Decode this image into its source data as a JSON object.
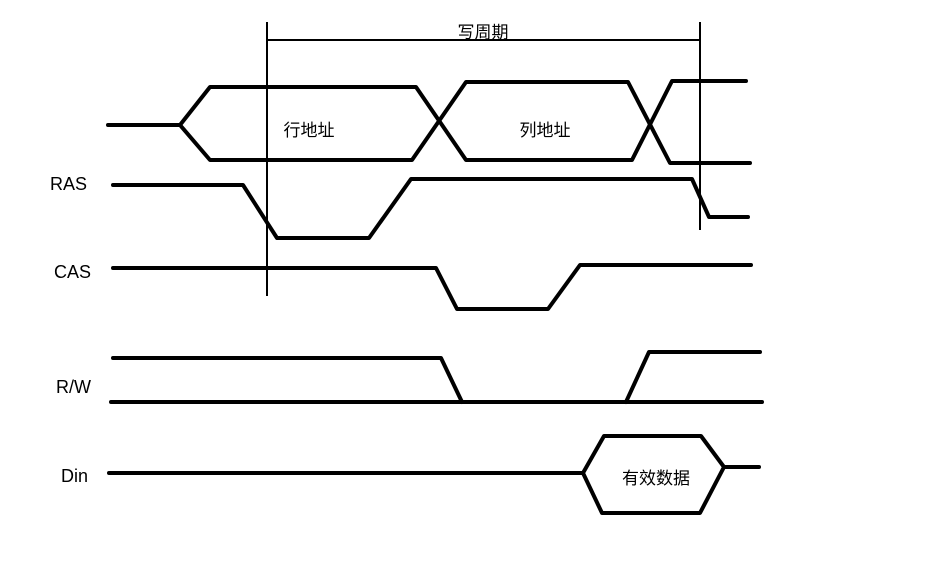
{
  "signals": {
    "ras": "RAS",
    "cas": "CAS",
    "rw": "R/W",
    "din": "Din"
  },
  "annotations": {
    "write_cycle": "写周期",
    "row_address": "行地址",
    "column_address": "列地址",
    "valid_data": "有效数据"
  }
}
